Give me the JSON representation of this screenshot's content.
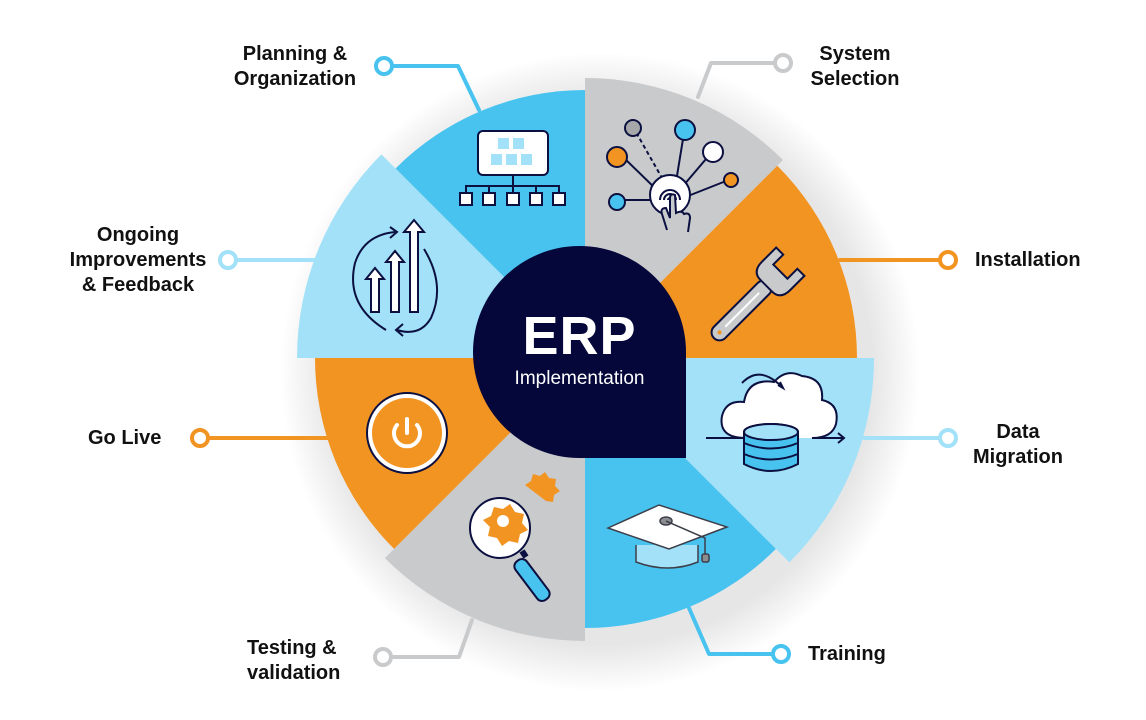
{
  "title": {
    "main": "ERP",
    "sub": "Implementation"
  },
  "colors": {
    "blue": "#48c3f0",
    "light_blue": "#a2e1f7",
    "grey": "#c9cacc",
    "orange": "#f29422",
    "navy": "#05073a",
    "text": "#111111"
  },
  "steps": [
    {
      "id": "planning",
      "label": "Planning &\nOrganization",
      "color": "#48c3f0",
      "icon": "org-chart-icon"
    },
    {
      "id": "system-selection",
      "label": "System\nSelection",
      "color": "#c9cacc",
      "icon": "touch-network-icon"
    },
    {
      "id": "installation",
      "label": "Installation",
      "color": "#f29422",
      "icon": "wrench-icon"
    },
    {
      "id": "data-migration",
      "label": "Data\nMigration",
      "color": "#a2e1f7",
      "icon": "cloud-database-icon"
    },
    {
      "id": "training",
      "label": "Training",
      "color": "#48c3f0",
      "icon": "graduation-cap-icon"
    },
    {
      "id": "testing",
      "label": "Testing &\nvalidation",
      "color": "#c9cacc",
      "icon": "magnifier-gear-icon"
    },
    {
      "id": "go-live",
      "label": "Go Live",
      "color": "#f29422",
      "icon": "power-icon"
    },
    {
      "id": "ongoing",
      "label": "Ongoing\nImprovements\n& Feedback",
      "color": "#a2e1f7",
      "icon": "growth-cycle-icon"
    }
  ]
}
